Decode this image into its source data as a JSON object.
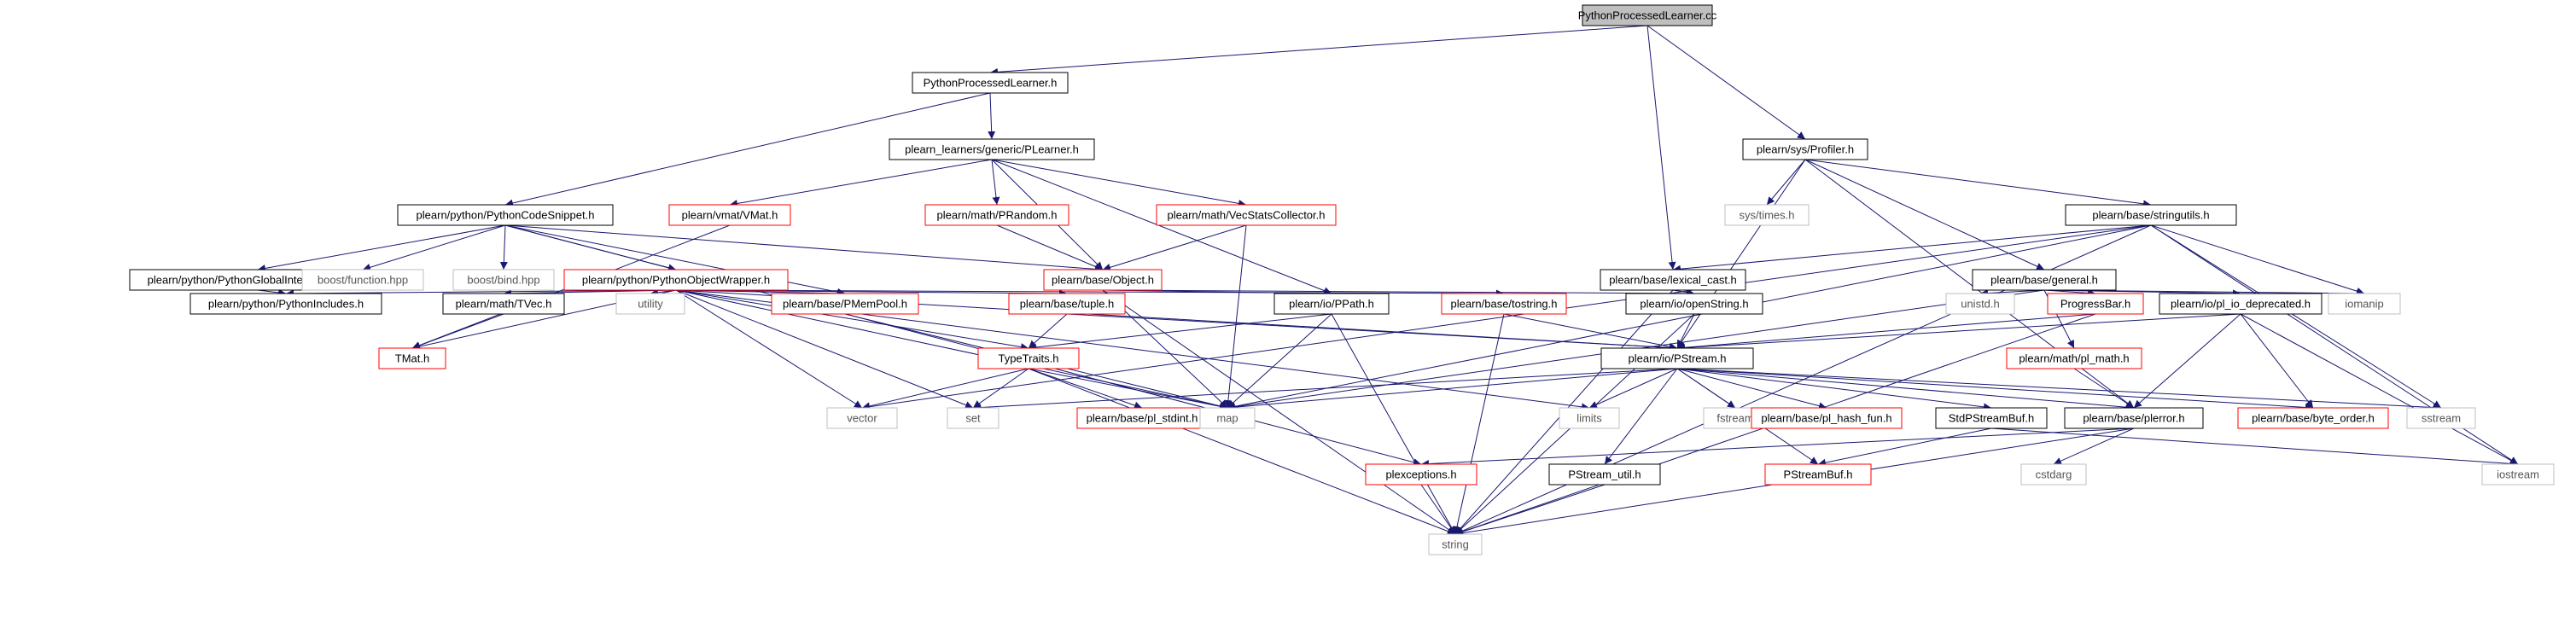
{
  "nodes": [
    {
      "id": "root",
      "label": "PythonProcessedLearner.cc",
      "kind": "root"
    },
    {
      "id": "pplh",
      "label": "PythonProcessedLearner.h",
      "kind": "local"
    },
    {
      "id": "profiler",
      "label": "plearn/sys/Profiler.h",
      "kind": "local"
    },
    {
      "id": "plearner",
      "label": "plearn_learners/generic/PLearner.h",
      "kind": "local"
    },
    {
      "id": "snippet",
      "label": "plearn/python/PythonCodeSnippet.h",
      "kind": "local"
    },
    {
      "id": "vmat",
      "label": "plearn/vmat/VMat.h",
      "kind": "trunc"
    },
    {
      "id": "prandom",
      "label": "plearn/math/PRandom.h",
      "kind": "trunc"
    },
    {
      "id": "vecstats",
      "label": "plearn/math/VecStatsCollector.h",
      "kind": "trunc"
    },
    {
      "id": "systimes",
      "label": "sys/times.h",
      "kind": "sys"
    },
    {
      "id": "stringutils",
      "label": "plearn/base/stringutils.h",
      "kind": "local"
    },
    {
      "id": "gil",
      "label": "plearn/python/PythonGlobalInterpreterLock.h",
      "kind": "local"
    },
    {
      "id": "boostfn",
      "label": "boost/function.hpp",
      "kind": "sys"
    },
    {
      "id": "boostbind",
      "label": "boost/bind.hpp",
      "kind": "sys"
    },
    {
      "id": "objwrap",
      "label": "plearn/python/PythonObjectWrapper.h",
      "kind": "trunc"
    },
    {
      "id": "object",
      "label": "plearn/base/Object.h",
      "kind": "trunc"
    },
    {
      "id": "lexical",
      "label": "plearn/base/lexical_cast.h",
      "kind": "local"
    },
    {
      "id": "general",
      "label": "plearn/base/general.h",
      "kind": "local"
    },
    {
      "id": "pyinc",
      "label": "plearn/python/PythonIncludes.h",
      "kind": "local"
    },
    {
      "id": "tvec",
      "label": "plearn/math/TVec.h",
      "kind": "local"
    },
    {
      "id": "utility",
      "label": "utility",
      "kind": "sys"
    },
    {
      "id": "pmempool",
      "label": "plearn/base/PMemPool.h",
      "kind": "trunc"
    },
    {
      "id": "tuple",
      "label": "plearn/base/tuple.h",
      "kind": "trunc"
    },
    {
      "id": "ppath",
      "label": "plearn/io/PPath.h",
      "kind": "local"
    },
    {
      "id": "tostring",
      "label": "plearn/base/tostring.h",
      "kind": "trunc"
    },
    {
      "id": "openstring",
      "label": "plearn/io/openString.h",
      "kind": "local"
    },
    {
      "id": "unistd",
      "label": "unistd.h",
      "kind": "sys"
    },
    {
      "id": "progressbar",
      "label": "ProgressBar.h",
      "kind": "trunc"
    },
    {
      "id": "pliodep",
      "label": "plearn/io/pl_io_deprecated.h",
      "kind": "local"
    },
    {
      "id": "iomanip",
      "label": "iomanip",
      "kind": "sys"
    },
    {
      "id": "tmat",
      "label": "TMat.h",
      "kind": "trunc"
    },
    {
      "id": "typetraits",
      "label": "TypeTraits.h",
      "kind": "trunc"
    },
    {
      "id": "pstream",
      "label": "plearn/io/PStream.h",
      "kind": "local"
    },
    {
      "id": "plmath",
      "label": "plearn/math/pl_math.h",
      "kind": "trunc"
    },
    {
      "id": "vector",
      "label": "vector",
      "kind": "sys"
    },
    {
      "id": "set",
      "label": "set",
      "kind": "sys"
    },
    {
      "id": "plstdint",
      "label": "plearn/base/pl_stdint.h",
      "kind": "trunc"
    },
    {
      "id": "map",
      "label": "map",
      "kind": "sys"
    },
    {
      "id": "limits",
      "label": "limits",
      "kind": "sys"
    },
    {
      "id": "fstream",
      "label": "fstream",
      "kind": "sys"
    },
    {
      "id": "plhash",
      "label": "plearn/base/pl_hash_fun.h",
      "kind": "trunc"
    },
    {
      "id": "stdpsbuf",
      "label": "StdPStreamBuf.h",
      "kind": "local"
    },
    {
      "id": "plerror",
      "label": "plearn/base/plerror.h",
      "kind": "local"
    },
    {
      "id": "byteorder",
      "label": "plearn/base/byte_order.h",
      "kind": "trunc"
    },
    {
      "id": "sstream",
      "label": "sstream",
      "kind": "sys"
    },
    {
      "id": "pexceptions",
      "label": "plexceptions.h",
      "kind": "trunc"
    },
    {
      "id": "pstreamutil",
      "label": "PStream_util.h",
      "kind": "local"
    },
    {
      "id": "pstreambuf",
      "label": "PStreamBuf.h",
      "kind": "trunc"
    },
    {
      "id": "cstdarg",
      "label": "cstdarg",
      "kind": "sys"
    },
    {
      "id": "iostream",
      "label": "iostream",
      "kind": "sys"
    },
    {
      "id": "string",
      "label": "string",
      "kind": "sys"
    }
  ],
  "edges": [
    [
      "root",
      "pplh"
    ],
    [
      "root",
      "lexical"
    ],
    [
      "root",
      "profiler"
    ],
    [
      "pplh",
      "plearner"
    ],
    [
      "pplh",
      "snippet"
    ],
    [
      "plearner",
      "vmat"
    ],
    [
      "plearner",
      "prandom"
    ],
    [
      "plearner",
      "vecstats"
    ],
    [
      "plearner",
      "object"
    ],
    [
      "plearner",
      "ppath"
    ],
    [
      "snippet",
      "gil"
    ],
    [
      "snippet",
      "boostfn"
    ],
    [
      "snippet",
      "boostbind"
    ],
    [
      "snippet",
      "objwrap"
    ],
    [
      "snippet",
      "object"
    ],
    [
      "snippet",
      "pmempool"
    ],
    [
      "snippet",
      "pexceptions"
    ],
    [
      "vmat",
      "tmat"
    ],
    [
      "prandom",
      "object"
    ],
    [
      "vecstats",
      "object"
    ],
    [
      "vecstats",
      "map"
    ],
    [
      "gil",
      "pyinc"
    ],
    [
      "objwrap",
      "pyinc"
    ],
    [
      "objwrap",
      "tmat"
    ],
    [
      "objwrap",
      "tvec"
    ],
    [
      "objwrap",
      "utility"
    ],
    [
      "objwrap",
      "pmempool"
    ],
    [
      "objwrap",
      "tuple"
    ],
    [
      "objwrap",
      "typetraits"
    ],
    [
      "objwrap",
      "vector"
    ],
    [
      "objwrap",
      "set"
    ],
    [
      "objwrap",
      "map"
    ],
    [
      "objwrap",
      "limits"
    ],
    [
      "objwrap",
      "tostring"
    ],
    [
      "objwrap",
      "pstream"
    ],
    [
      "tvec",
      "tmat"
    ],
    [
      "pmempool",
      "map"
    ],
    [
      "tuple",
      "typetraits"
    ],
    [
      "tuple",
      "pstream"
    ],
    [
      "object",
      "ppath"
    ],
    [
      "object",
      "openstring"
    ],
    [
      "object",
      "map"
    ],
    [
      "object",
      "string"
    ],
    [
      "ppath",
      "typetraits"
    ],
    [
      "ppath",
      "map"
    ],
    [
      "ppath",
      "string"
    ],
    [
      "tostring",
      "pstream"
    ],
    [
      "tostring",
      "string"
    ],
    [
      "openstring",
      "pstream"
    ],
    [
      "openstring",
      "string"
    ],
    [
      "profiler",
      "systimes"
    ],
    [
      "profiler",
      "stringutils"
    ],
    [
      "profiler",
      "general"
    ],
    [
      "profiler",
      "pstream"
    ],
    [
      "profiler",
      "plerror"
    ],
    [
      "stringutils",
      "lexical"
    ],
    [
      "stringutils",
      "iomanip"
    ],
    [
      "stringutils",
      "vector"
    ],
    [
      "stringutils",
      "map"
    ],
    [
      "stringutils",
      "string"
    ],
    [
      "stringutils",
      "sstream"
    ],
    [
      "stringutils",
      "iostream"
    ],
    [
      "lexical",
      "openstring"
    ],
    [
      "lexical",
      "string"
    ],
    [
      "general",
      "iomanip"
    ],
    [
      "general",
      "unistd"
    ],
    [
      "general",
      "progressbar"
    ],
    [
      "general",
      "pliodep"
    ],
    [
      "general",
      "plmath"
    ],
    [
      "general",
      "map"
    ],
    [
      "progressbar",
      "pstream"
    ],
    [
      "progressbar",
      "string"
    ],
    [
      "pliodep",
      "pstream"
    ],
    [
      "pliodep",
      "plerror"
    ],
    [
      "pliodep",
      "byteorder"
    ],
    [
      "pliodep",
      "iostream"
    ],
    [
      "plmath",
      "plerror"
    ],
    [
      "typetraits",
      "vector"
    ],
    [
      "typetraits",
      "set"
    ],
    [
      "typetraits",
      "plstdint"
    ],
    [
      "typetraits",
      "map"
    ],
    [
      "typetraits",
      "string"
    ],
    [
      "pstream",
      "set"
    ],
    [
      "pstream",
      "map"
    ],
    [
      "pstream",
      "limits"
    ],
    [
      "pstream",
      "fstream"
    ],
    [
      "pstream",
      "plhash"
    ],
    [
      "pstream",
      "stdpsbuf"
    ],
    [
      "pstream",
      "plerror"
    ],
    [
      "pstream",
      "byteorder"
    ],
    [
      "pstream",
      "sstream"
    ],
    [
      "pstream",
      "pstreamutil"
    ],
    [
      "pstream",
      "pstreambuf"
    ],
    [
      "stdpsbuf",
      "pstreambuf"
    ],
    [
      "stdpsbuf",
      "iostream"
    ],
    [
      "plerror",
      "pexceptions"
    ],
    [
      "plerror",
      "cstdarg"
    ],
    [
      "plerror",
      "string"
    ],
    [
      "pexceptions",
      "string"
    ],
    [
      "pstreamutil",
      "string"
    ]
  ],
  "colors": {
    "edge": "#191970",
    "border_local": "#000000",
    "border_trunc": "#ff0000",
    "border_sys": "#bfbfbf",
    "root_fill": "#bfbfbf",
    "fill": "#ffffff",
    "text": "#000000",
    "text_sys": "#555555"
  }
}
